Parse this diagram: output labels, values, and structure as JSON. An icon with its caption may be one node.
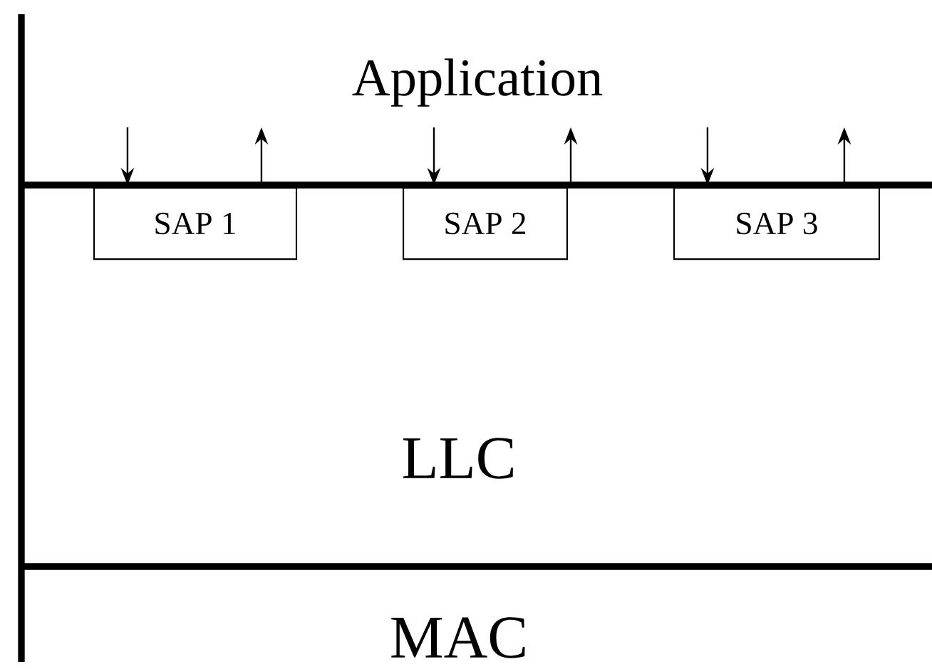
{
  "diagram": {
    "nodes": [
      {
        "text": [
          "SAP 1"
        ]
      },
      {
        "text": [
          "SAP 2"
        ]
      },
      {
        "text": [
          "SAP 3"
        ]
      }
    ],
    "edges": [
      {
        "from": null,
        "to": 0,
        "arrow": "to"
      },
      {
        "from": 0,
        "to": null,
        "arrow": "to"
      },
      {
        "from": null,
        "to": 1,
        "arrow": "to"
      },
      {
        "from": 1,
        "to": null,
        "arrow": "to"
      },
      {
        "from": null,
        "to": 2,
        "arrow": "to"
      },
      {
        "from": 2,
        "to": null,
        "arrow": "to"
      }
    ],
    "labels": [
      "Application",
      "LLC",
      "MAC"
    ]
  }
}
